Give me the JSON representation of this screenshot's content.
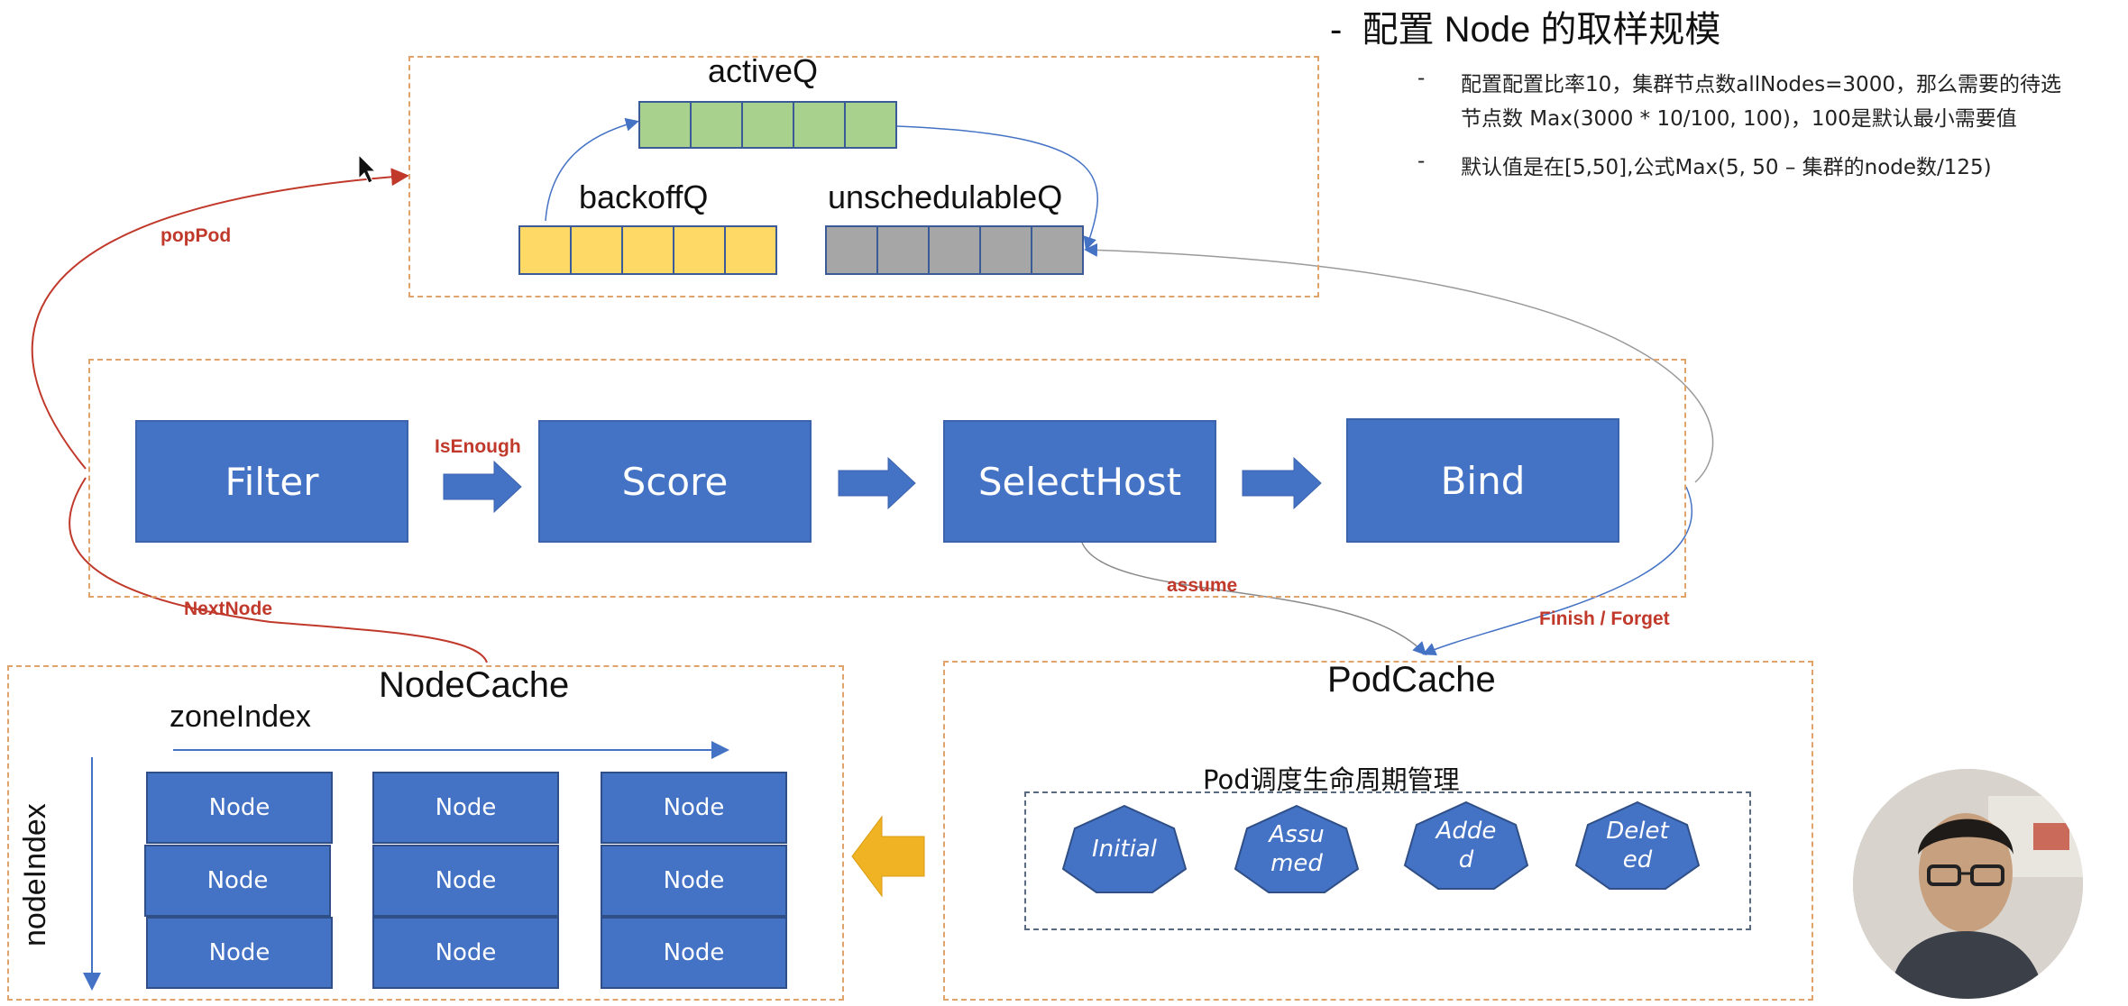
{
  "heading": {
    "bullet": "-",
    "title": "配置 Node 的取样规模"
  },
  "notes": [
    {
      "bullet": "-",
      "lines": [
        "配置配置比率10，集群节点数allNodes=3000，那么需要的待选",
        "节点数 Max(3000 * 10/100, 100)，100是默认最小需要值"
      ]
    },
    {
      "bullet": "-",
      "lines": [
        "默认值是在[5,50],公式Max(5, 50 – 集群的node数/125)"
      ]
    }
  ],
  "queues": {
    "active": "activeQ",
    "backoff": "backoffQ",
    "unschedulable": "unschedulableQ"
  },
  "pipeline": {
    "filter": "Filter",
    "score": "Score",
    "select_host": "SelectHost",
    "bind": "Bind"
  },
  "edge_labels": {
    "pop_pod": "popPod",
    "is_enough": "IsEnough",
    "next_node": "NextNode",
    "assume": "assume",
    "finish_forget": "Finish / Forget"
  },
  "node_cache": {
    "title": "NodeCache",
    "zone_axis": "zoneIndex",
    "node_axis": "nodeIndex",
    "cell_label": "Node"
  },
  "pod_cache": {
    "title": "PodCache",
    "subtitle": "Pod调度生命周期管理",
    "states": [
      {
        "lines": [
          "Initial"
        ]
      },
      {
        "lines": [
          "Assu",
          "med"
        ]
      },
      {
        "lines": [
          "Adde",
          "d"
        ]
      },
      {
        "lines": [
          "Delet",
          "ed"
        ]
      }
    ]
  },
  "colors": {
    "active": "#a9d18e",
    "backoff": "#ffd966",
    "unschedulable": "#a6a6a6",
    "stage": "#4472c4",
    "red_edge": "#c0392b",
    "blue_edge": "#4472c4",
    "dash": "#e0a36c",
    "orange_arrow": "#f0b323"
  }
}
